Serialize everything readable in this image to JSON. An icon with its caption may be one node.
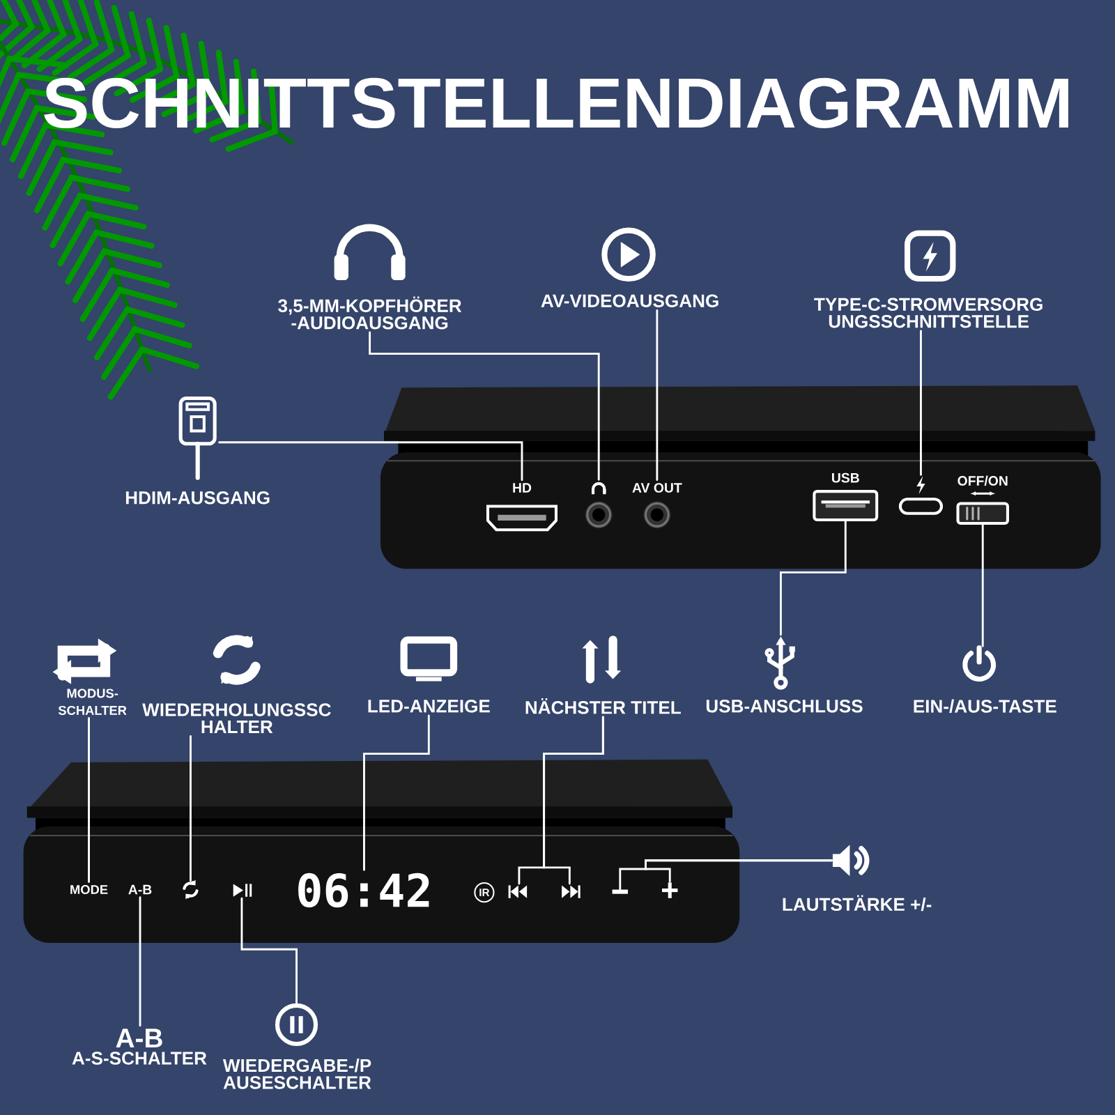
{
  "diagram": {
    "title": "SCHNITTSTELLENDIAGRAMM",
    "nodes": [
      {
        "text": [],
        "shape": "picture",
        "beside": [
          "HDIM-AUSGANG"
        ]
      },
      {
        "text": [
          "3,5-MM-KOPFHÖRER -AUDIOAUSGANG"
        ]
      },
      {
        "text": [
          "AV-VIDEOAUSGANG"
        ]
      },
      {
        "text": [
          "TYPE-C-STROMVERSORG UNGSSCHNITTSTELLE"
        ]
      },
      {
        "text": [
          "HD"
        ]
      },
      {
        "text": [],
        "shape": "picture"
      },
      {
        "text": [
          "AV OUT"
        ]
      },
      {
        "text": [],
        "shape": "box",
        "beside": [
          "USB"
        ]
      },
      {
        "text": [],
        "shape": "picture"
      },
      {
        "text": [],
        "shape": "box",
        "beside": [
          "OFF/ON"
        ]
      },
      {
        "text": [],
        "shape": "picture",
        "beside": [
          "USB-ANSCHLUSS"
        ]
      },
      {
        "text": [],
        "shape": "picture",
        "beside": [
          "EIN-/AUS-TASTE"
        ]
      },
      {
        "text": [
          "MODUS- SCHALTER"
        ]
      },
      {
        "text": [
          "WIEDERHOLUNGSSC HALTER"
        ]
      },
      {
        "text": [
          "LED-ANZEIGE"
        ]
      },
      {
        "text": [
          "NÄCHSTER TITEL"
        ]
      },
      {
        "text": [
          "MODE"
        ]
      },
      {
        "text": [
          "A-B"
        ]
      },
      {
        "text": [],
        "shape": "picture"
      },
      {
        "text": [],
        "shape": "picture"
      },
      {
        "text": [
          "06:42"
        ]
      },
      {
        "text": [],
        "shape": "picture"
      },
      {
        "text": [],
        "shape": "picture"
      },
      {
        "text": [],
        "shape": "bar"
      },
      {
        "text": [],
        "shape": "picture"
      },
      {
        "text": [],
        "shape": "picture",
        "beside": [
          "LAUTSTÄRKE +/-"
        ]
      },
      {
        "text": [
          "A-B",
          "A-S-SCHALTER"
        ]
      },
      {
        "text": [],
        "shape": "picture",
        "beside": [
          "WIEDERGABE-/P AUSESCHALTER"
        ]
      }
    ],
    "edges": [
      {
        "from": 0,
        "to": 4,
        "arrow": "none"
      },
      {
        "from": 1,
        "to": 5,
        "arrow": "none"
      },
      {
        "from": 2,
        "to": 6,
        "arrow": "none"
      },
      {
        "from": 3,
        "to": 8,
        "arrow": "none"
      },
      {
        "from": 10,
        "to": 7,
        "arrow": "none"
      },
      {
        "from": 11,
        "to": 9,
        "arrow": "none"
      },
      {
        "from": 12,
        "to": 16,
        "arrow": "none"
      },
      {
        "from": 13,
        "to": 18,
        "arrow": "none"
      },
      {
        "from": 14,
        "to": 20,
        "arrow": "none"
      },
      {
        "from": 15,
        "to": 21,
        "arrow": "none"
      },
      {
        "from": 15,
        "to": 22,
        "arrow": "none"
      },
      {
        "from": 25,
        "to": 23,
        "arrow": "none"
      },
      {
        "from": 25,
        "to": 24,
        "arrow": "none"
      },
      {
        "from": 26,
        "to": 17,
        "arrow": "none"
      },
      {
        "from": 27,
        "to": 19,
        "arrow": "none"
      }
    ],
    "labels": [
      "IR"
    ]
  }
}
